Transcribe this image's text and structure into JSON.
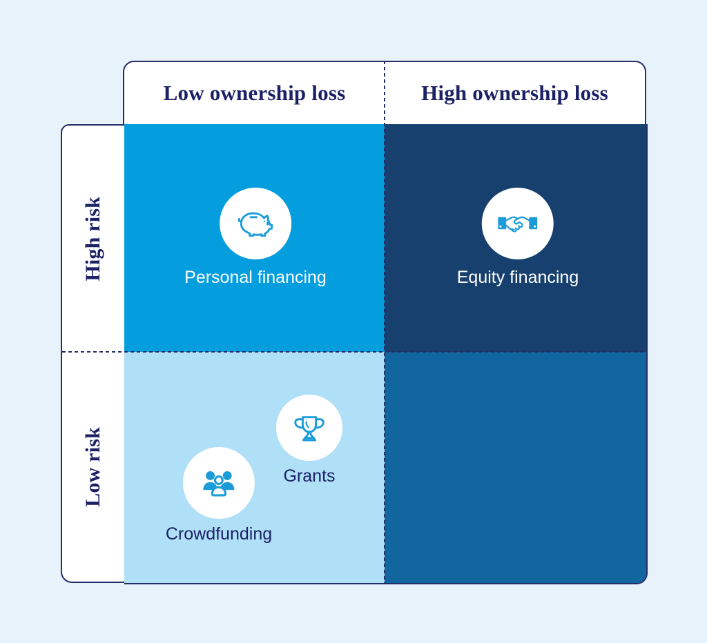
{
  "palette": {
    "page-bg": "#e8f2fb",
    "panel-bg": "#ffffff",
    "border-navy": "#232d66",
    "text-navy": "#1b2164",
    "text-white": "#ffffff",
    "icon-blue": "#1b9cd9",
    "quad-tl": "#049edf",
    "quad-tr": "#17406f",
    "quad-bl": "#b0e0f7",
    "quad-br": "#11669f"
  },
  "matrix": {
    "column_headers": [
      {
        "label": "Low ownership loss"
      },
      {
        "label": "High ownership loss"
      }
    ],
    "row_headers": [
      {
        "label": "High risk"
      },
      {
        "label": "Low risk"
      }
    ],
    "quadrants": {
      "high_risk_low_loss": {
        "color": "#049edf",
        "items": [
          {
            "label": "Personal financing",
            "icon": "piggy-bank-icon"
          }
        ]
      },
      "high_risk_high_loss": {
        "color": "#17406f",
        "items": [
          {
            "label": "Equity financing",
            "icon": "handshake-icon"
          }
        ]
      },
      "low_risk_low_loss": {
        "color": "#b0e0f7",
        "items": [
          {
            "label": "Grants",
            "icon": "trophy-icon"
          },
          {
            "label": "Crowdfunding",
            "icon": "crowdfunding-icon"
          }
        ]
      },
      "low_risk_high_loss": {
        "color": "#11669f",
        "items": []
      }
    }
  }
}
